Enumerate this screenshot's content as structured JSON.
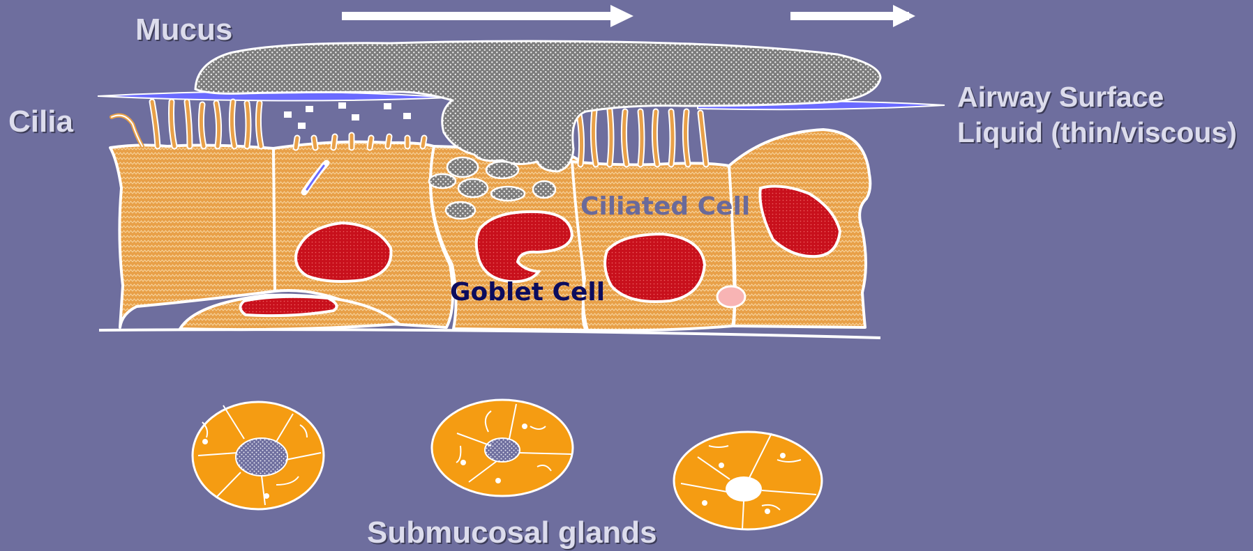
{
  "colors": {
    "background": "#6e6e9e",
    "cell_fill": "#e8a048",
    "cell_outline": "#ffffff",
    "nucleus": "#c8101c",
    "mucus": "#8c8c8c",
    "airway_surface_liquid": "#6a6aff",
    "gland_fill": "#f59c12",
    "label_text": "#dcdcec",
    "ciliated_cell_label": "#6a6a9a",
    "goblet_cell_label": "#0c0c5e"
  },
  "icons": {
    "flow_arrow_long": "arrow-right-icon",
    "flow_arrow_short": "arrow-right-icon"
  },
  "labels": {
    "mucus": "Mucus",
    "cilia": "Cilia",
    "airway_surface_liquid_line1": "Airway Surface",
    "airway_surface_liquid_line2": "Liquid (thin/viscous)",
    "ciliated_cell": "Ciliated Cell",
    "goblet_cell": "Goblet Cell",
    "submucosal_glands": "Submucosal glands"
  }
}
